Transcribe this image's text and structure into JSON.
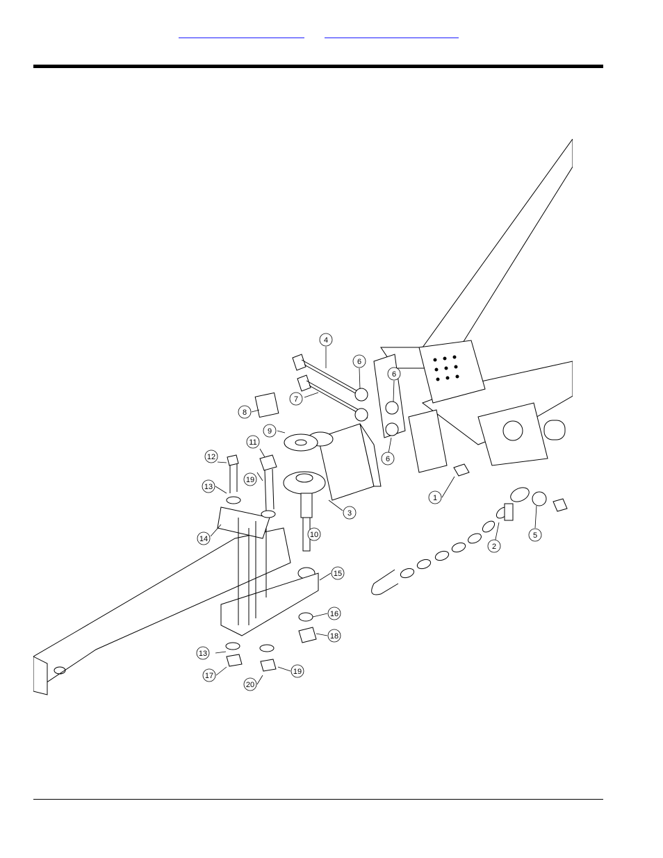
{
  "header": {
    "links": [
      "",
      ""
    ]
  },
  "diagram": {
    "callouts": [
      {
        "id": "c4",
        "label": "4"
      },
      {
        "id": "c6a",
        "label": "6"
      },
      {
        "id": "c6b",
        "label": "6"
      },
      {
        "id": "c7",
        "label": "7"
      },
      {
        "id": "c8",
        "label": "8"
      },
      {
        "id": "c9",
        "label": "9"
      },
      {
        "id": "c6c",
        "label": "6"
      },
      {
        "id": "c11",
        "label": "11"
      },
      {
        "id": "c12",
        "label": "12"
      },
      {
        "id": "c13a",
        "label": "13"
      },
      {
        "id": "c19a",
        "label": "19"
      },
      {
        "id": "c3",
        "label": "3"
      },
      {
        "id": "c1",
        "label": "1"
      },
      {
        "id": "c5",
        "label": "5"
      },
      {
        "id": "c14",
        "label": "14"
      },
      {
        "id": "c10",
        "label": "10"
      },
      {
        "id": "c2",
        "label": "2"
      },
      {
        "id": "c15",
        "label": "15"
      },
      {
        "id": "c16",
        "label": "16"
      },
      {
        "id": "c18",
        "label": "18"
      },
      {
        "id": "c13b",
        "label": "13"
      },
      {
        "id": "c19b",
        "label": "19"
      },
      {
        "id": "c17",
        "label": "17"
      },
      {
        "id": "c20",
        "label": "20"
      }
    ]
  }
}
